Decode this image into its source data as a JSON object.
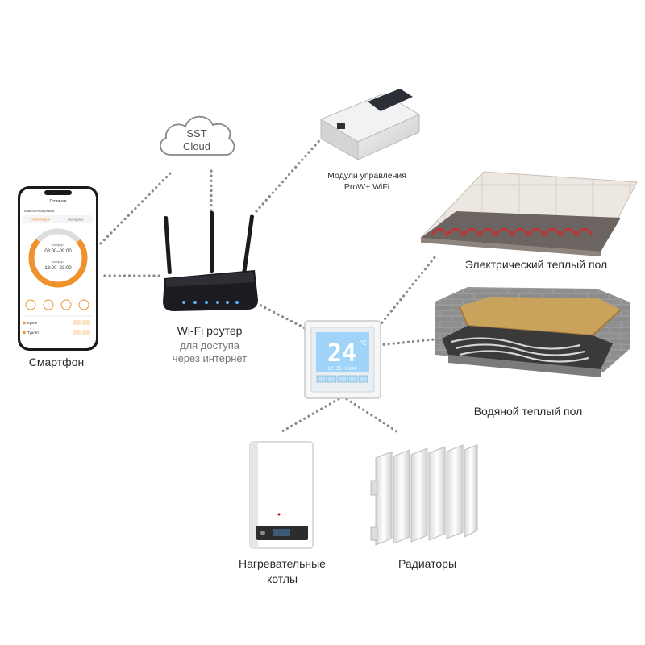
{
  "labels": {
    "cloud": "SST\nCloud",
    "phone": "Смартфон",
    "router_title": "Wi-Fi роутер",
    "router_sub_1": "для доступа",
    "router_sub_2": "через интернет",
    "module_1": "Модули управления",
    "module_2": "ProW+ WiFi",
    "electric_floor": "Электрический теплый пол",
    "water_floor": "Водяной теплый пол",
    "boiler_1": "Нагревательные",
    "boiler_2": "котлы",
    "radiators": "Радиаторы"
  },
  "thermostat": {
    "temp": "24",
    "unit": "°C",
    "clock": "12:35 0104"
  },
  "phone_app": {
    "title": "Гостиная",
    "tab_1": "Рабочие дни",
    "tab_2": "Выходные",
    "mode_label": "Комфортный режим",
    "schedule_1_label": "Комфорт",
    "schedule_1": "08:00–09:00",
    "schedule_2_label": "Комфорт",
    "schedule_2": "18:00–23:00",
    "row_1": "Кухня",
    "row_2": "Туалет"
  },
  "colors": {
    "orange": "#f0922c",
    "dots": "#8a8a8a",
    "router": "#1c1c20",
    "led": "#58b7ff",
    "thermostat_screen": "#9fd3f7"
  }
}
